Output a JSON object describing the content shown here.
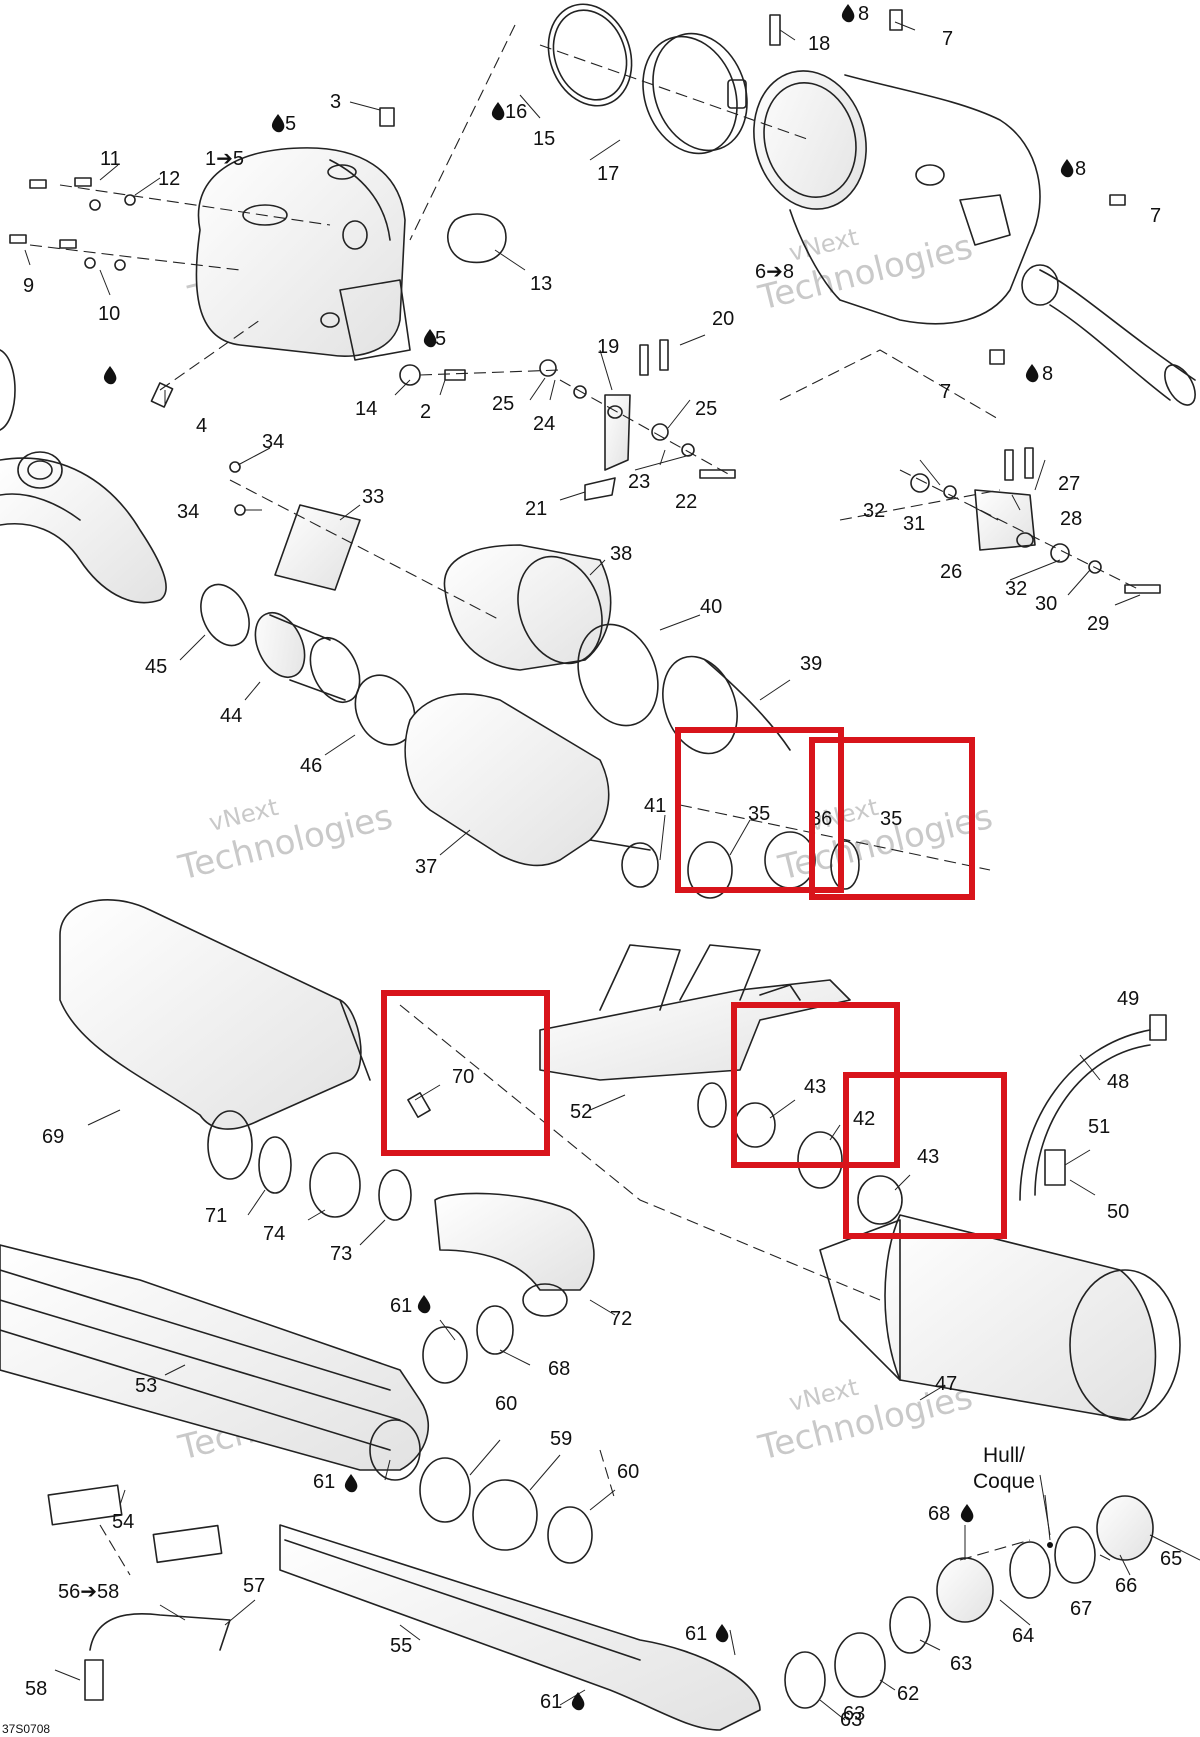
{
  "diagram": {
    "drawing_code": "37S0708",
    "watermark": {
      "line1": "vNext",
      "line2": "Technologies"
    },
    "hull_note": {
      "line1": "Hull/",
      "line2": "Coque"
    },
    "highlight_color": "#d8141b",
    "line_color": "#222222",
    "callouts": [
      "1➔5",
      "3",
      "5",
      "11",
      "12",
      "9",
      "10",
      "4",
      "16",
      "15",
      "17",
      "18",
      "8",
      "7",
      "13",
      "5",
      "2",
      "14",
      "25",
      "24",
      "19",
      "20",
      "25",
      "23",
      "22",
      "21",
      "6➔8",
      "8",
      "7",
      "7",
      "8",
      "27",
      "28",
      "31",
      "32",
      "26",
      "32",
      "30",
      "29",
      "34",
      "34",
      "33",
      "38",
      "40",
      "39",
      "45",
      "44",
      "46",
      "37",
      "41",
      "35",
      "36",
      "35",
      "69",
      "70",
      "52",
      "43",
      "42",
      "43",
      "49",
      "48",
      "51",
      "50",
      "71",
      "74",
      "73",
      "72",
      "61",
      "68",
      "53",
      "60",
      "59",
      "60",
      "54",
      "61",
      "47",
      "56➔58",
      "57",
      "55",
      "58",
      "68",
      "65",
      "66",
      "67",
      "64",
      "63",
      "61",
      "62",
      "63",
      "61",
      "63"
    ]
  }
}
